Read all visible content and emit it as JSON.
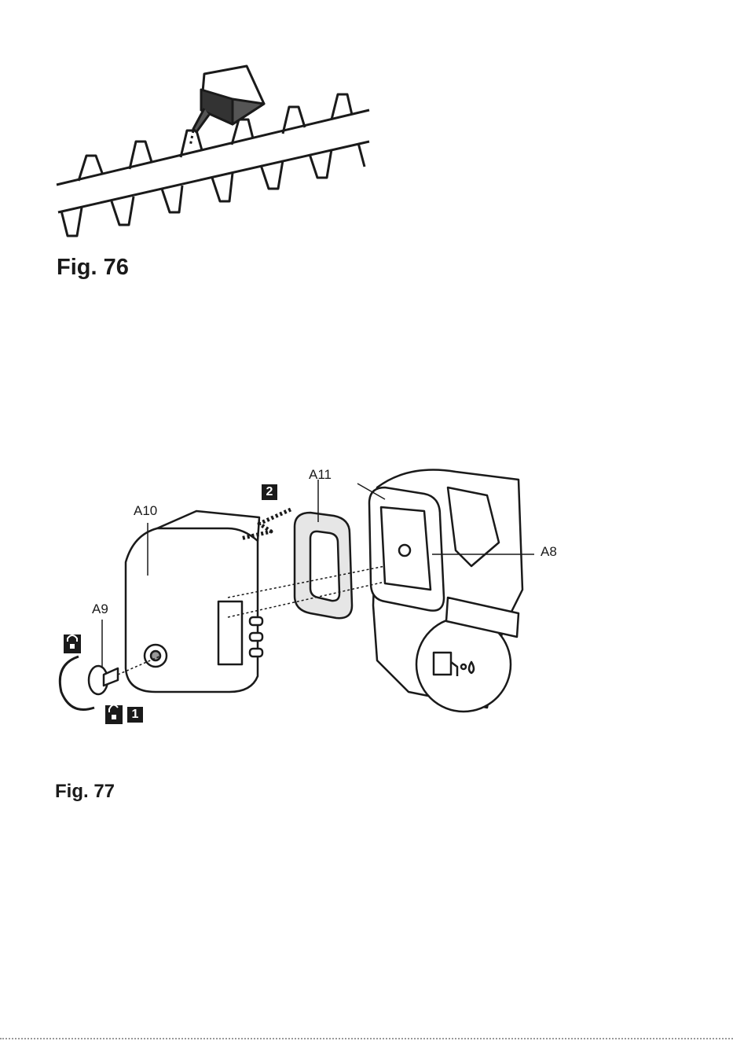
{
  "figures": [
    {
      "caption": "Fig. 76"
    },
    {
      "caption": "Fig. 77",
      "labels": {
        "a8": "A8",
        "a9": "A9",
        "a10": "A10",
        "a11": "A11"
      },
      "steps": {
        "one": "1",
        "two": "2"
      }
    }
  ]
}
